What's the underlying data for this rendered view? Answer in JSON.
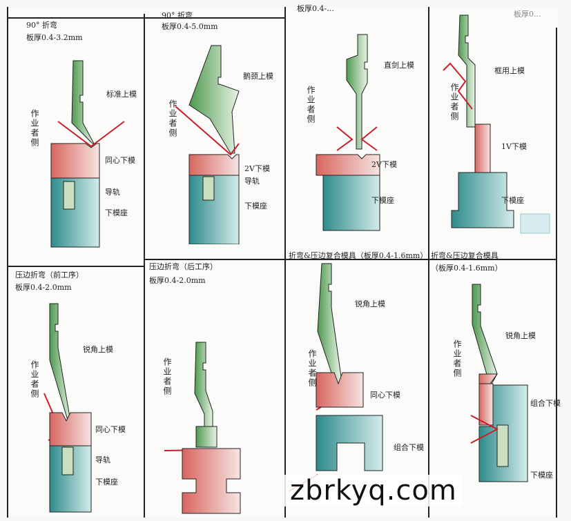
{
  "panels": [
    {
      "title": "90° 折弯",
      "spec": "板厚0.4-3.2mm",
      "side": "作业者侧",
      "labels": [
        "标准上模",
        "同心下模",
        "导轨",
        "下模座"
      ]
    },
    {
      "title": "90° 折弯",
      "spec": "板厚0.4-5.0mm",
      "side": "作业者侧",
      "labels": [
        "鹅颈上模",
        "2V下模",
        "导轨",
        "下模座"
      ]
    },
    {
      "title": "",
      "spec": "板厚0.4-...",
      "side": "作业者侧",
      "labels": [
        "直剑上模",
        "2V下模",
        "下模座"
      ]
    },
    {
      "title": "",
      "spec": "板厚0...",
      "side": "作业者侧",
      "labels": [
        "框用上模",
        "1V下模",
        "下模座"
      ]
    },
    {
      "title": "压边折弯（前工序）",
      "spec": "板厚0.4-2.0mm",
      "side": "作业者侧",
      "labels": [
        "锐角上模",
        "同心下模",
        "导轨",
        "下模座"
      ]
    },
    {
      "title": "压边折弯（后工序）",
      "spec": "板厚0.4-2.0mm",
      "side": "作业者侧",
      "labels": []
    },
    {
      "title": "折弯&压边复合模具（板厚0.4-1.6mm）",
      "spec": "",
      "side": "作业者侧",
      "labels": [
        "锐角上模",
        "同心下模",
        "组合下模"
      ]
    },
    {
      "title": "折弯&压边复合模具",
      "spec": "（板厚0.4-1.6mm）",
      "side": "作业者侧",
      "labels": [
        "锐角上模",
        "组合下模",
        "下模座"
      ]
    }
  ],
  "watermark": "zbrkyq.com",
  "colors": {
    "upper_die": "#6aae6a",
    "lower_die_top": "#e07a72",
    "lower_die_base": "#3e9a9a",
    "sheet_metal": "#d02030"
  }
}
